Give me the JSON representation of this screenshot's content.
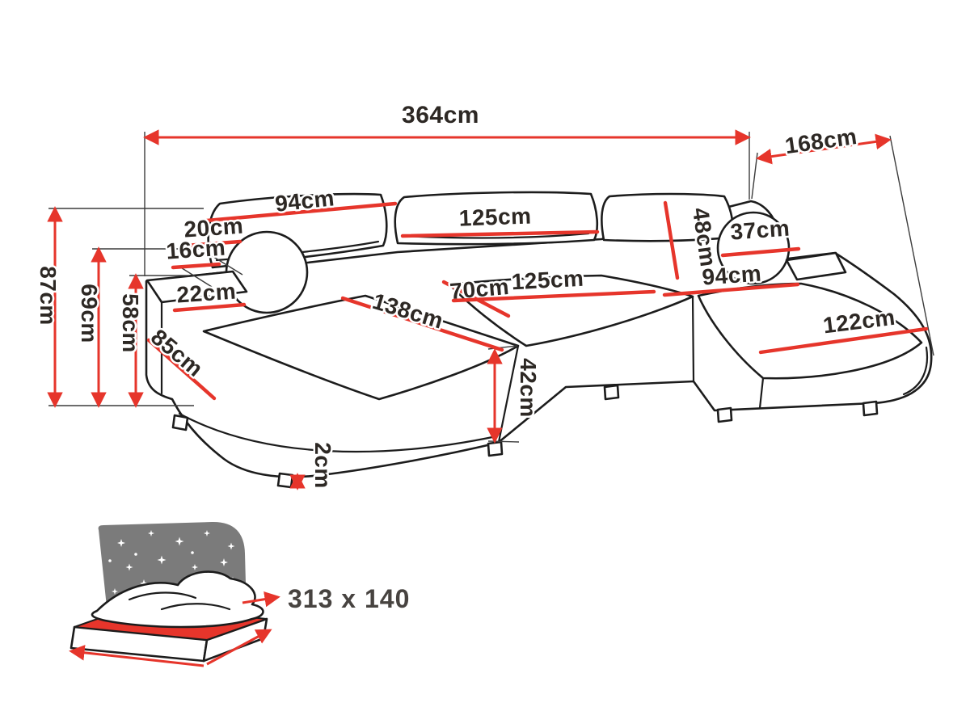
{
  "title": "U-shaped corner sofa dimensions diagram",
  "colors": {
    "dimension_red": "#e6352b",
    "outline_black": "#1c1c1c",
    "headboard_gray": "#7b7b7b",
    "mattress_red": "#e6352b",
    "label_text": "#2d2824",
    "background": "#ffffff"
  },
  "dims": {
    "total_width": "364cm",
    "right_depth": "168cm",
    "back_left_width": "94cm",
    "arm_top_depth": "20cm",
    "arm_inner_depth": "16cm",
    "back_mid_width": "125cm",
    "back_height": "48cm",
    "bolster_diameter": "37cm",
    "arm_width": "22cm",
    "seat_depth": "70cm",
    "seat_mid_width": "125cm",
    "back_right_width": "94cm",
    "chaise_left_length": "138cm",
    "chaise_right_length": "122cm",
    "chaise_left_width": "85cm",
    "total_height": "87cm",
    "arm_height": "69cm",
    "backrest_height": "58cm",
    "seat_height": "42cm",
    "leg_height": "2cm"
  },
  "bed": {
    "sleeping_area": "313 x 140"
  }
}
